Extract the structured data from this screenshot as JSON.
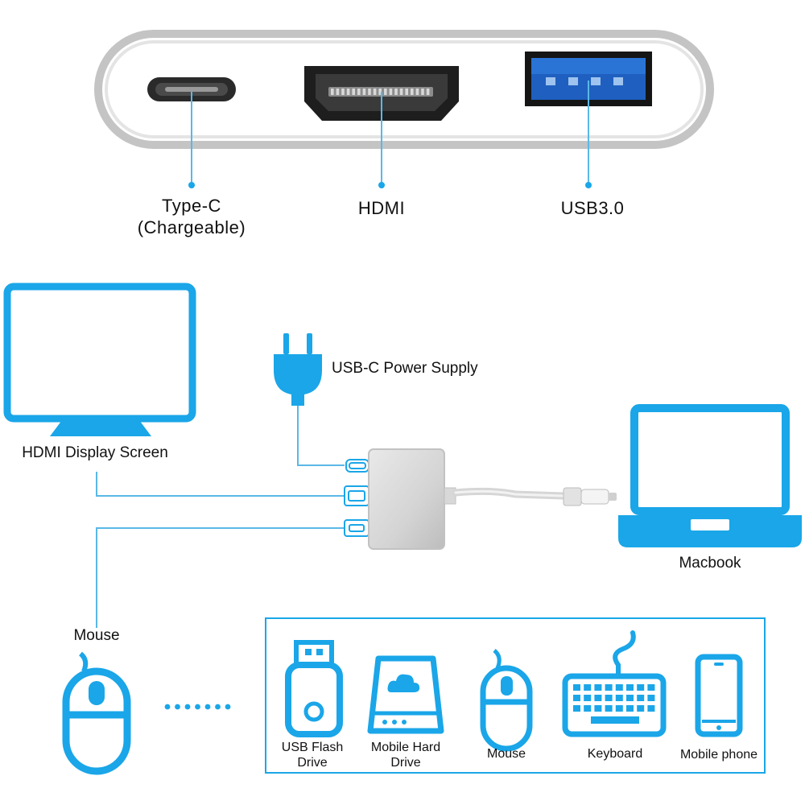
{
  "ports": [
    {
      "id": "type-c",
      "line1": "Type-C",
      "line2": "(Chargeable)"
    },
    {
      "id": "hdmi",
      "line1": "HDMI"
    },
    {
      "id": "usb3",
      "line1": "USB3.0"
    }
  ],
  "connections": {
    "power_supply": "USB-C  Power Supply",
    "display": "HDMI Display Screen",
    "laptop": "Macbook",
    "mouse": "Mouse"
  },
  "devices": [
    {
      "id": "usb-flash-drive",
      "line1": "USB Flash",
      "line2": "Drive"
    },
    {
      "id": "mobile-hard-drive",
      "line1": "Mobile Hard",
      "line2": "Drive"
    },
    {
      "id": "mouse",
      "line1": "Mouse"
    },
    {
      "id": "keyboard",
      "line1": "Keyboard"
    },
    {
      "id": "mobile-phone",
      "line1": "Mobile phone"
    }
  ],
  "colors": {
    "accent": "#1aa6e8",
    "line": "#5ab8e6",
    "silver": "#d9d9d9",
    "silver_edge": "#b8b8b8",
    "usb_blue": "#1f5fbf",
    "text": "#111111"
  },
  "icons": [
    "monitor-icon",
    "power-plug-icon",
    "laptop-icon",
    "mouse-icon",
    "usb-flash-drive-icon",
    "hard-drive-icon",
    "keyboard-icon",
    "mobile-phone-icon"
  ]
}
